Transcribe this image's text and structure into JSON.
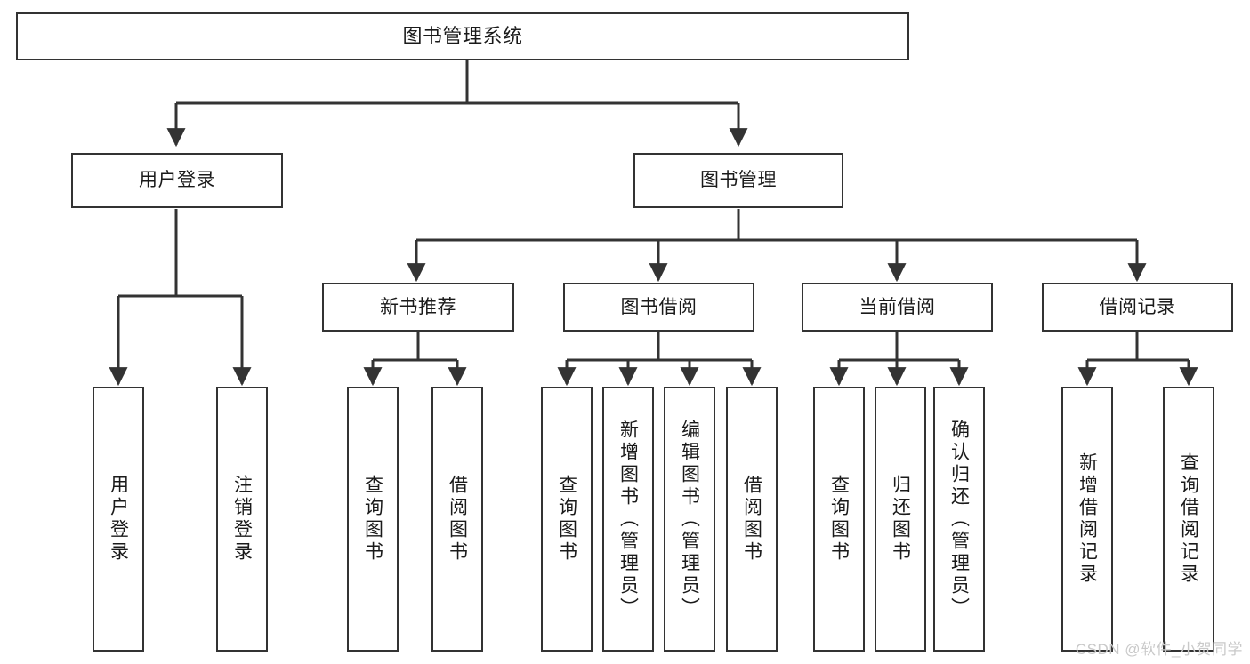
{
  "diagram": {
    "title": "图书管理系统",
    "type": "tree",
    "colors": {
      "border": "#333333",
      "fill": "#ffffff",
      "connector": "#333333",
      "watermark": "#c9c9c9"
    },
    "root": {
      "id": "root",
      "label": "图书管理系统"
    },
    "level2": [
      {
        "id": "user-login",
        "label": "用户登录"
      },
      {
        "id": "book-manage",
        "label": "图书管理"
      }
    ],
    "level3": [
      {
        "id": "new-book-rec",
        "label": "新书推荐",
        "parent": "book-manage"
      },
      {
        "id": "book-borrow",
        "label": "图书借阅",
        "parent": "book-manage"
      },
      {
        "id": "current-borrow",
        "label": "当前借阅",
        "parent": "book-manage"
      },
      {
        "id": "borrow-record",
        "label": "借阅记录",
        "parent": "book-manage"
      }
    ],
    "leaves": [
      {
        "id": "leaf-1",
        "label": "用户登录",
        "parent": "user-login"
      },
      {
        "id": "leaf-2",
        "label": "注销登录",
        "parent": "user-login"
      },
      {
        "id": "leaf-3",
        "label": "查询图书",
        "parent": "new-book-rec"
      },
      {
        "id": "leaf-4",
        "label": "借阅图书",
        "parent": "new-book-rec"
      },
      {
        "id": "leaf-5",
        "label": "查询图书",
        "parent": "book-borrow"
      },
      {
        "id": "leaf-6",
        "label": "新增图书（管理员）",
        "parent": "book-borrow"
      },
      {
        "id": "leaf-7",
        "label": "编辑图书（管理员）",
        "parent": "book-borrow"
      },
      {
        "id": "leaf-8",
        "label": "借阅图书",
        "parent": "book-borrow"
      },
      {
        "id": "leaf-9",
        "label": "查询图书",
        "parent": "current-borrow"
      },
      {
        "id": "leaf-10",
        "label": "归还图书",
        "parent": "current-borrow"
      },
      {
        "id": "leaf-11",
        "label": "确认归还（管理员）",
        "parent": "current-borrow"
      },
      {
        "id": "leaf-12",
        "label": "新增借阅记录",
        "parent": "borrow-record"
      },
      {
        "id": "leaf-13",
        "label": "查询借阅记录",
        "parent": "borrow-record"
      }
    ],
    "watermark": "CSDN @软件_小贺同学"
  }
}
